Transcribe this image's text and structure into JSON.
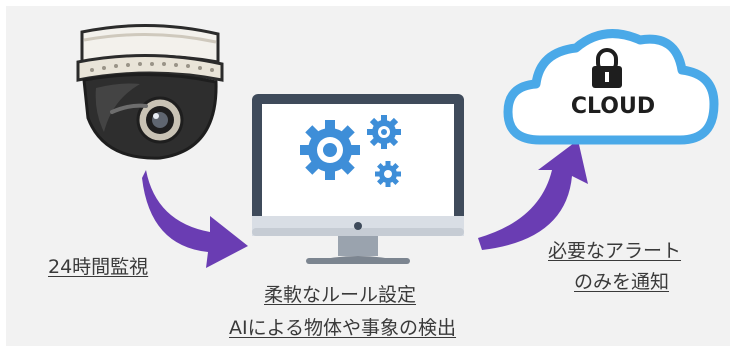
{
  "captions": {
    "monitoring": "24時間監視",
    "flexible_rules": "柔軟なルール設定",
    "ai_detection": "AIによる物体や事象の検出",
    "alert_line1": "必要なアラート",
    "alert_line2": "のみを通知"
  },
  "cloud": {
    "label": "CLOUD"
  },
  "colors": {
    "panel": "#f2f2f2",
    "arrow": "#6a3db3",
    "cloud_outline": "#4aa9e8",
    "gear": "#3e8ed8",
    "monitor_bezel": "#3f4b5b",
    "camera_body": "#2e2e2e"
  },
  "icons": [
    "dome-camera-icon",
    "computer-monitor-icon",
    "gears-icon",
    "cloud-lock-icon",
    "arrow-icon"
  ]
}
